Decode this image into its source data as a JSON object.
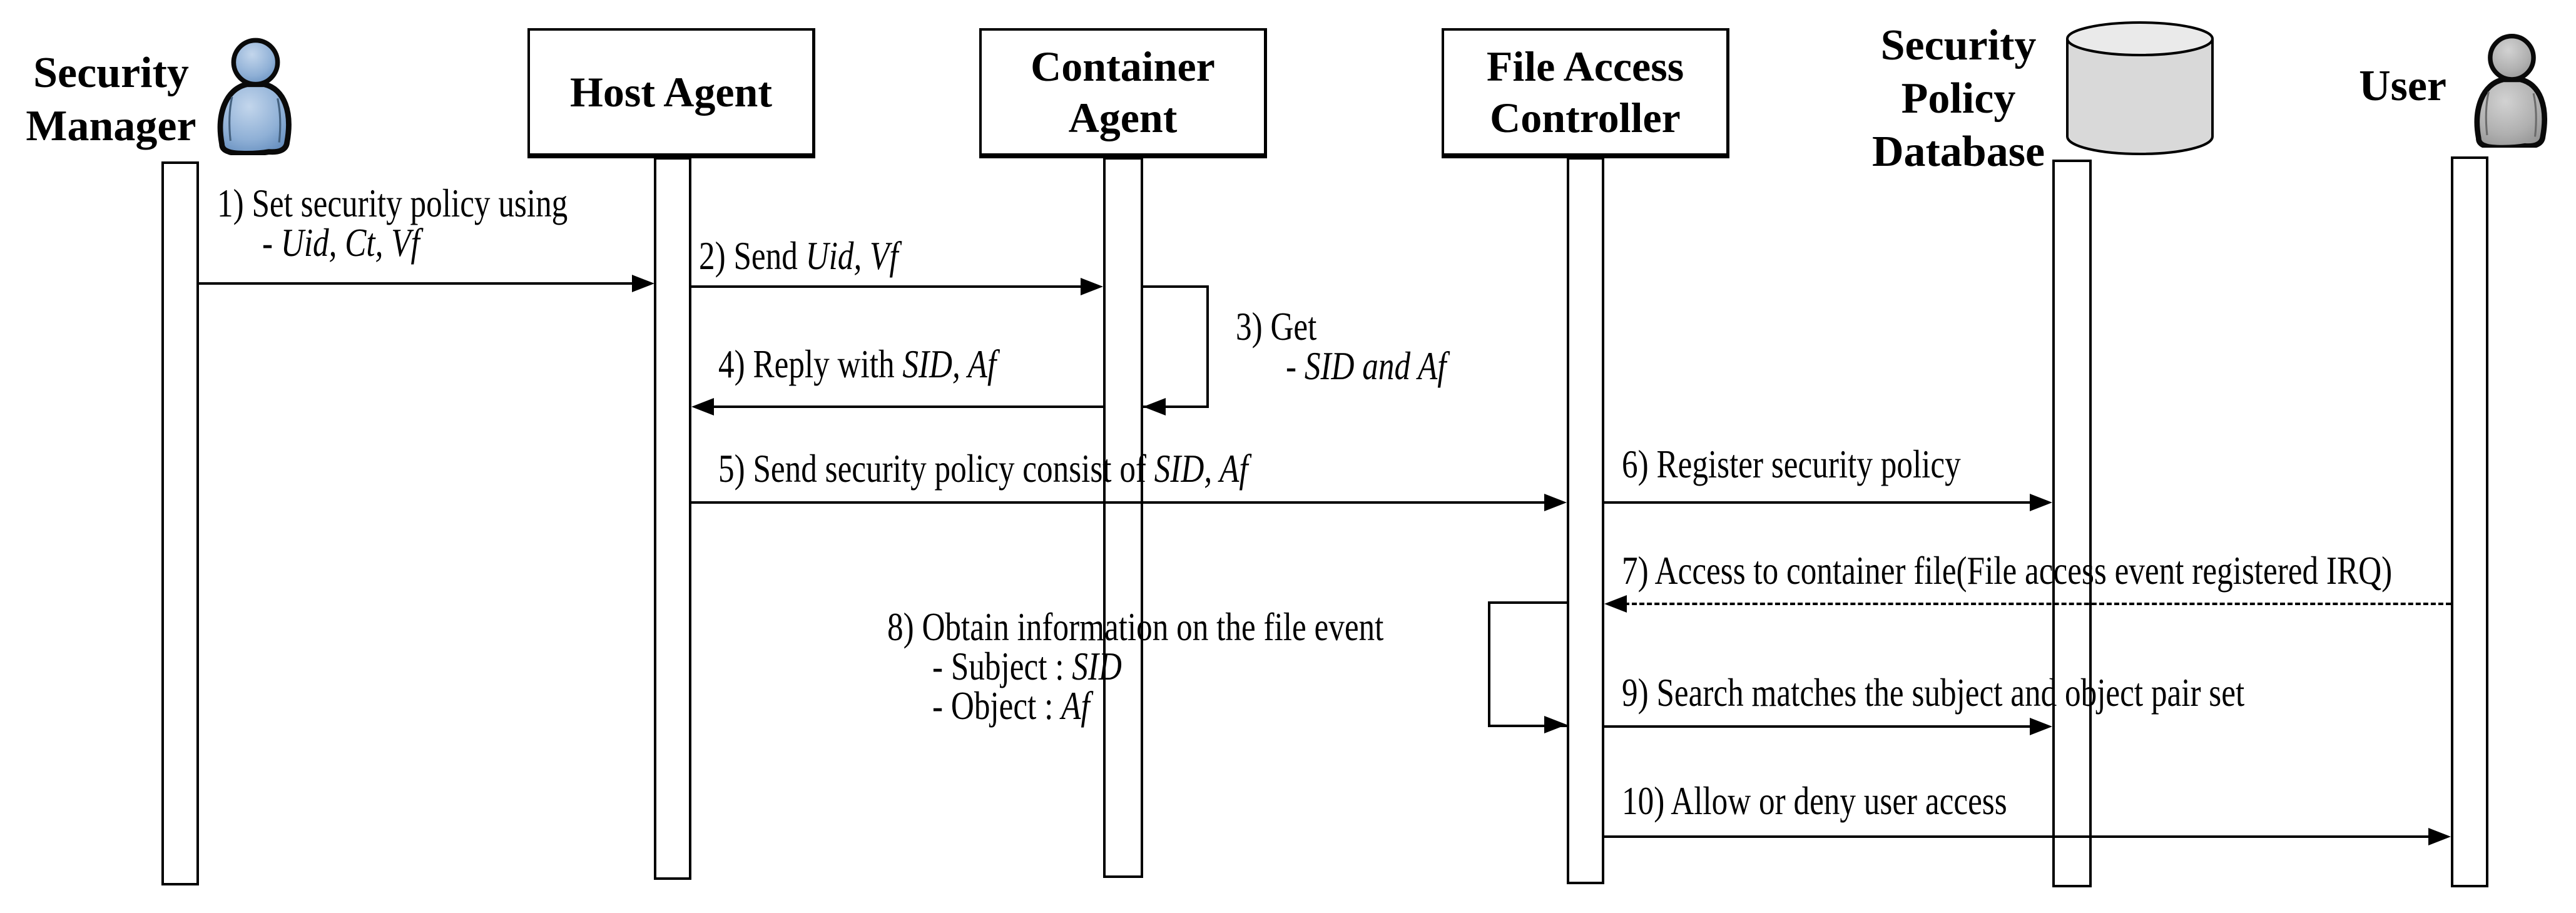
{
  "diagram_type": "uml-sequence-diagram",
  "colors": {
    "background": "#ffffff",
    "line": "#000000",
    "actor_blue_light": "#c3d6ec",
    "actor_blue_dark": "#5e88ba",
    "actor_gray_light": "#d2d2d2",
    "actor_gray_dark": "#8f8f8f",
    "database_fill": "#d9d9d9",
    "database_top": "#eaeaea"
  },
  "participants": {
    "security_manager": {
      "name": "Security Manager",
      "line1": "Security",
      "line2": "Manager",
      "icon": "person-icon",
      "icon_color": "blue"
    },
    "host_agent": {
      "name": "Host Agent",
      "line1": "Host Agent"
    },
    "container_agent": {
      "name": "Container Agent",
      "line1": "Container",
      "line2": "Agent"
    },
    "file_access_controller": {
      "name": "File Access Controller",
      "line1": "File Access",
      "line2": "Controller"
    },
    "security_policy_database": {
      "name": "Security Policy Database",
      "line1": "Security",
      "line2": "Policy",
      "line3": "Database",
      "icon": "database-icon"
    },
    "user": {
      "name": "User",
      "line1": "User",
      "icon": "person-icon",
      "icon_color": "gray"
    }
  },
  "messages": [
    {
      "num": "1",
      "from": "Security Manager",
      "to": "Host Agent",
      "line_style": "solid",
      "lines": [
        [
          {
            "t": "1) Set security policy using"
          }
        ],
        [
          {
            "t": "- "
          },
          {
            "t": "Uid, Ct, Vf",
            "i": true
          }
        ]
      ]
    },
    {
      "num": "2",
      "from": "Host Agent",
      "to": "Container Agent",
      "line_style": "solid",
      "lines": [
        [
          {
            "t": "2) Send "
          },
          {
            "t": "Uid, Vf",
            "i": true
          }
        ]
      ]
    },
    {
      "num": "3",
      "from": "Container Agent",
      "to": "Container Agent",
      "line_style": "self-loop",
      "lines": [
        [
          {
            "t": "3) Get"
          }
        ],
        [
          {
            "t": "- "
          },
          {
            "t": "SID and Af",
            "i": true
          }
        ]
      ]
    },
    {
      "num": "4",
      "from": "Container Agent",
      "to": "Host Agent",
      "line_style": "solid",
      "lines": [
        [
          {
            "t": "4) Reply with "
          },
          {
            "t": "SID, Af",
            "i": true
          }
        ]
      ]
    },
    {
      "num": "5",
      "from": "Host Agent",
      "to": "File Access Controller",
      "line_style": "solid",
      "lines": [
        [
          {
            "t": "5) Send security policy consist of "
          },
          {
            "t": "SID, Af",
            "i": true
          }
        ]
      ]
    },
    {
      "num": "6",
      "from": "File Access Controller",
      "to": "Security Policy Database",
      "line_style": "solid",
      "lines": [
        [
          {
            "t": "6) Register security policy"
          }
        ]
      ]
    },
    {
      "num": "7",
      "from": "User",
      "to": "File Access Controller",
      "line_style": "dashed",
      "lines": [
        [
          {
            "t": "7) Access to container file(File access event registered IRQ)"
          }
        ]
      ]
    },
    {
      "num": "8",
      "from": "File Access Controller",
      "to": "File Access Controller",
      "line_style": "self-loop",
      "lines": [
        [
          {
            "t": "8) Obtain information on the file event"
          }
        ],
        [
          {
            "t": "- Subject : "
          },
          {
            "t": "SID",
            "i": true
          }
        ],
        [
          {
            "t": "- Object : "
          },
          {
            "t": "Af",
            "i": true
          }
        ]
      ]
    },
    {
      "num": "9",
      "from": "File Access Controller",
      "to": "Security Policy Database",
      "line_style": "solid",
      "lines": [
        [
          {
            "t": "9) Search matches the subject and object pair set"
          }
        ]
      ]
    },
    {
      "num": "10",
      "from": "File Access Controller",
      "to": "User",
      "line_style": "solid",
      "lines": [
        [
          {
            "t": "10) Allow or deny user access"
          }
        ]
      ]
    }
  ]
}
